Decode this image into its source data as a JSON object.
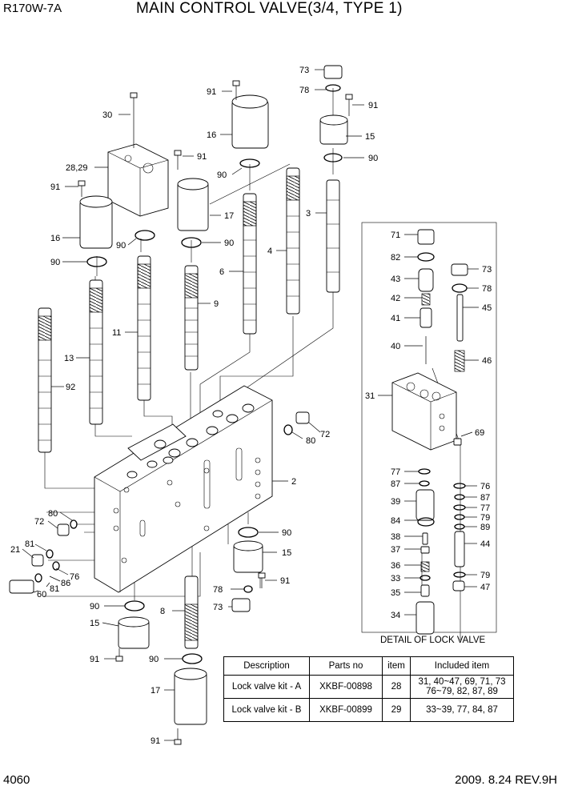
{
  "header": {
    "model": "R170W-7A",
    "title": "MAIN CONTROL VALVE(3/4, TYPE 1)"
  },
  "footer": {
    "page": "4060",
    "date_rev": "2009. 8.24  REV.9H"
  },
  "detail_caption": "DETAIL OF LOCK VALVE",
  "labels": {
    "l73a": "73",
    "l78a": "78",
    "l91a": "91",
    "l91b": "91",
    "l15a": "15",
    "l16a": "16",
    "l90a": "90",
    "l90b": "90",
    "l30": "30",
    "l28_29": "28,29",
    "l91c": "91",
    "l91d": "91",
    "l16b": "16",
    "l90c": "90",
    "l17a": "17",
    "l90d": "90",
    "l90e": "90",
    "l3": "3",
    "l4": "4",
    "l6": "6",
    "l9": "9",
    "l11": "11",
    "l13": "13",
    "l92": "92",
    "l2": "2",
    "l72a": "72",
    "l80a": "80",
    "l80b": "80",
    "l72b": "72",
    "l21": "21",
    "l81a": "81",
    "l76a": "76",
    "l86": "86",
    "l81b": "81",
    "l60": "60",
    "l90f": "90",
    "l15b": "15",
    "l91e": "91",
    "l78b": "78",
    "l73b": "73",
    "l90g": "90",
    "l15c": "15",
    "l8": "8",
    "l91f": "91",
    "l90h": "90",
    "l17b": "17",
    "l91g": "91",
    "d71": "71",
    "d82": "82",
    "d43": "43",
    "d42": "42",
    "d41": "41",
    "d40": "40",
    "d31": "31",
    "d73": "73",
    "d78": "78",
    "d45": "45",
    "d46": "46",
    "d69": "69",
    "d77a": "77",
    "d87a": "87",
    "d39": "39",
    "d84": "84",
    "d38": "38",
    "d37": "37",
    "d36": "36",
    "d33": "33",
    "d35": "35",
    "d34": "34",
    "d76": "76",
    "d87b": "87",
    "d77b": "77",
    "d79a": "79",
    "d89": "89",
    "d44": "44",
    "d79b": "79",
    "d47": "47"
  },
  "kits_table": {
    "headers": [
      "Description",
      "Parts no",
      "item",
      "Included item"
    ],
    "rows": [
      {
        "description": "Lock valve kit - A",
        "parts_no": "XKBF-00898",
        "item": "28",
        "included_1": "31, 40~47, 69, 71, 73",
        "included_2": "76~79, 82, 87, 89"
      },
      {
        "description": "Lock valve kit - B",
        "parts_no": "XKBF-00899",
        "item": "29",
        "included_1": "33~39, 77, 84, 87",
        "included_2": ""
      }
    ]
  }
}
